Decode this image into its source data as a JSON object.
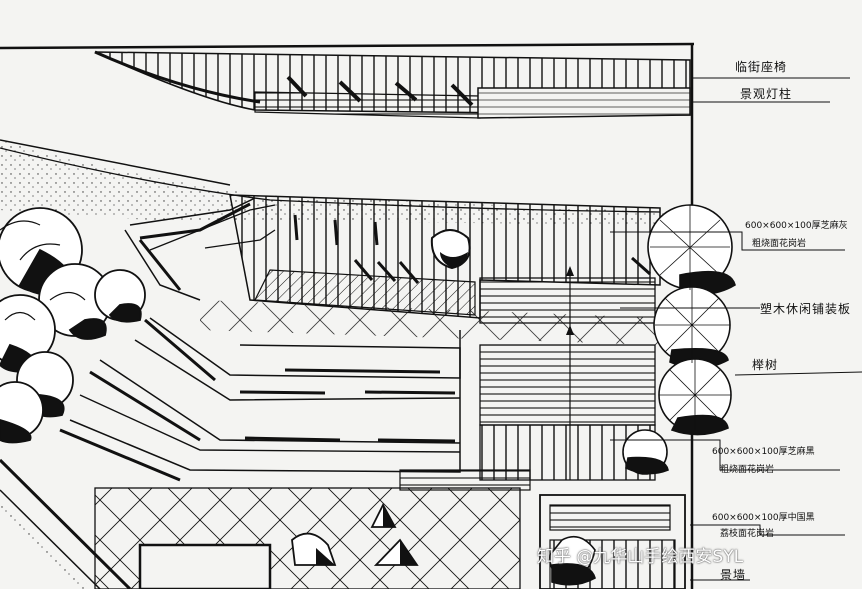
{
  "labels": {
    "label_1": "临街座椅",
    "label_2": "景观灯柱",
    "label_3": "600×600×100厚芝麻灰",
    "label_3b": "粗烧面花岗岩",
    "label_4": "塑木休闲铺装板",
    "label_5": "榉树",
    "label_6": "600×600×100厚芝麻黑",
    "label_6b": "粗烧面花岗岩",
    "label_7": "600×600×100厚中国黑",
    "label_7b": "荔枝面花岗岩",
    "label_8": "景墙"
  },
  "watermark": "知乎 @九华山手绘西安SYL",
  "colors": {
    "ink": "#111111",
    "paper": "#f4f4f2",
    "shade": "#1a1a1a"
  }
}
